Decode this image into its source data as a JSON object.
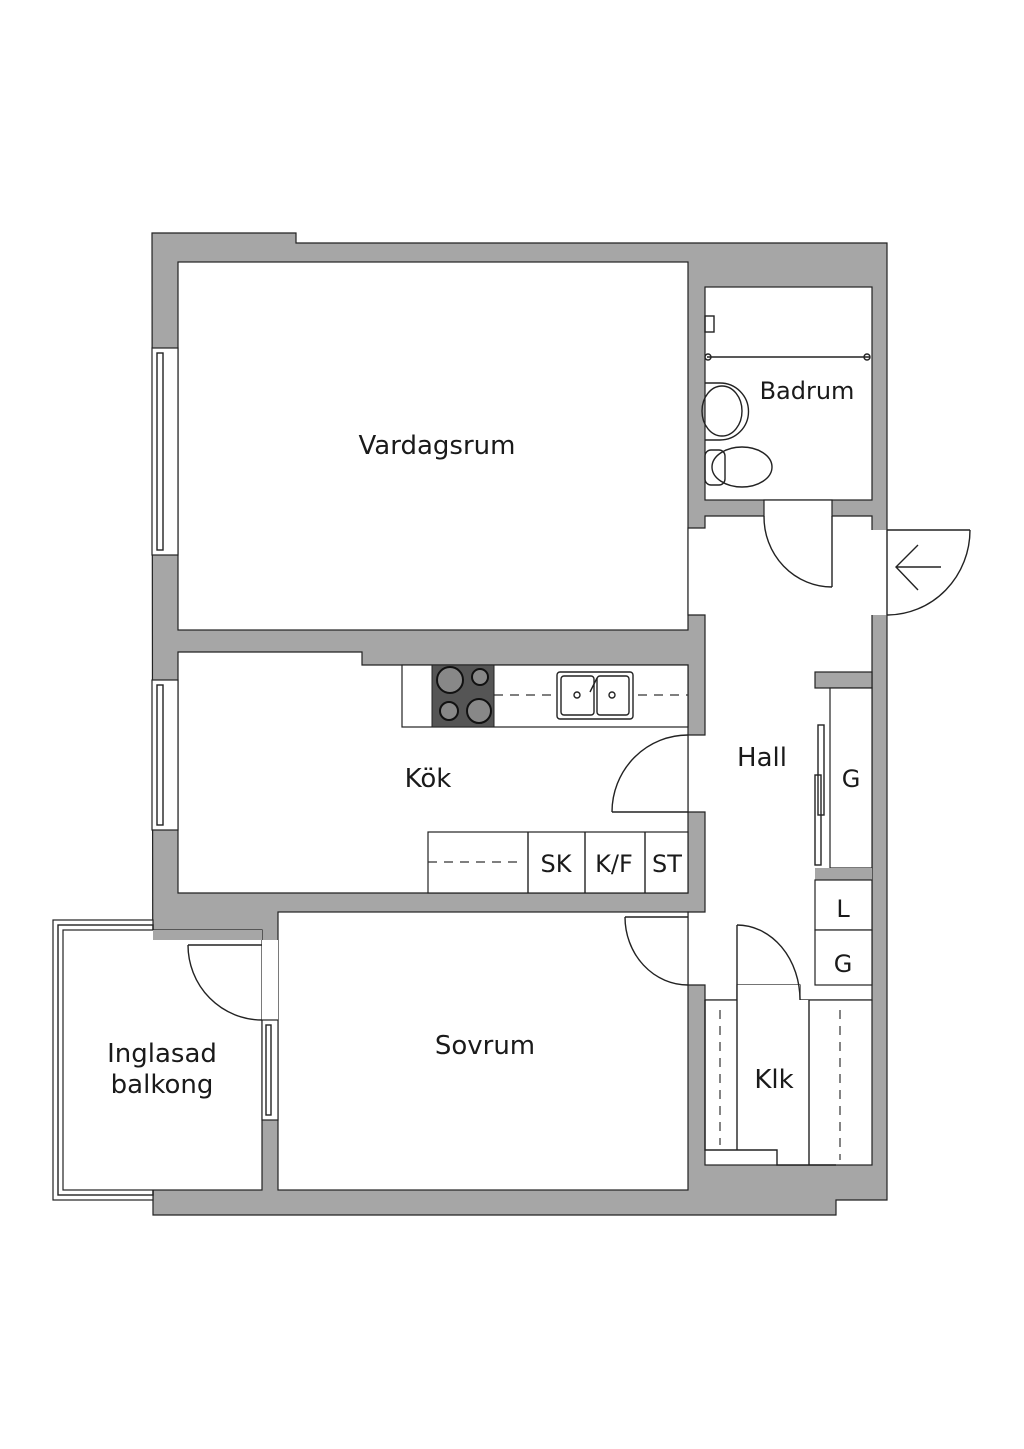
{
  "colors": {
    "wall": "#a6a6a6",
    "floor": "#ffffff",
    "line": "#222222",
    "stove": "#555555"
  },
  "rooms": {
    "vardagsrum": "Vardagsrum",
    "badrum": "Badrum",
    "kok": "Kök",
    "hall": "Hall",
    "sovrum": "Sovrum",
    "balkong_line1": "Inglasad",
    "balkong_line2": "balkong",
    "klk": "Klk"
  },
  "storage": {
    "g1": "G",
    "l": "L",
    "g2": "G"
  },
  "kitchen": {
    "sk": "SK",
    "kf": "K/F",
    "st": "ST"
  }
}
